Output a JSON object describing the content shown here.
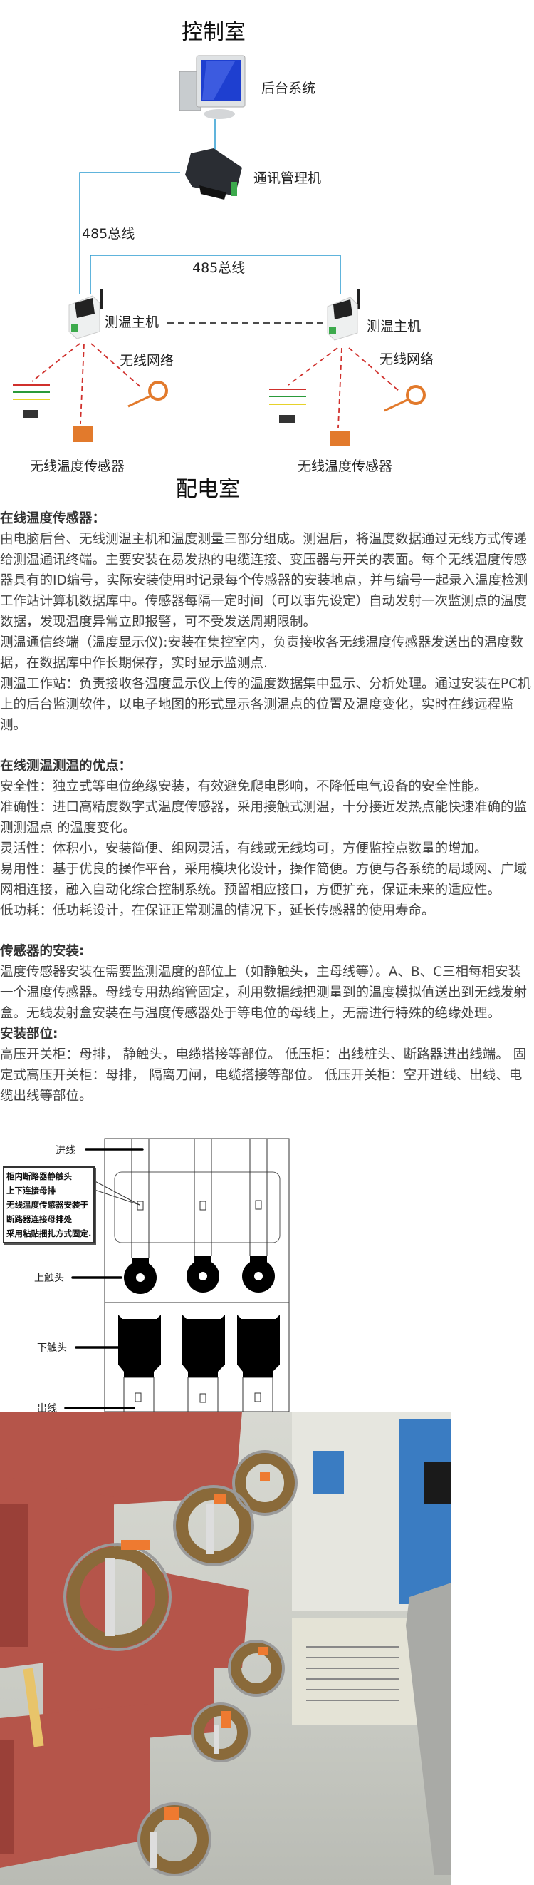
{
  "diagram": {
    "control_room": "控制室",
    "backend_system": "后台系统",
    "comm_manager": "通讯管理机",
    "bus_label_1": "485总线",
    "bus_label_2": "485总线",
    "host_left": "测温主机",
    "host_right": "测温主机",
    "wireless_left": "无线网络",
    "wireless_right": "无线网络",
    "sensor_left": "无线温度传感器",
    "sensor_right": "无线温度传感器",
    "distribution_room": "配电室",
    "colors": {
      "bus_line": "#2b9bd0",
      "wireless_dash": "#d0302c",
      "sensor_orange": "#e27a2c"
    }
  },
  "sections": {
    "intro": {
      "heading": "在线温度传感器：",
      "paragraphs": [
        "由电脑后台、无线测温主机和温度测量三部分组成。测温后，将温度数据通过无线方式传递给测温通讯终端。主要安装在易发热的电缆连接、变压器与开关的表面。每个无线温度传感器具有的ID编号，实际安装使用时记录每个传感器的安装地点，并与编号一起录入温度检测工作站计算机数据库中。传感器每隔一定时间（可以事先设定）自动发射一次监测点的温度数据，发现温度异常立即报警，可不受发送周期限制。",
        "测温通信终端（温度显示仪):安装在集控室内，负责接收各无线温度传感器发送出的温度数据，在数据库中作长期保存，实时显示监测点.",
        "测温工作站：负责接收各温度显示仪上传的温度数据集中显示、分析处理。通过安装在PC机上的后台监测软件，以电子地图的形式显示各测温点的位置及温度变化，实时在线远程监测。"
      ]
    },
    "advantages": {
      "heading": "在线测温测温的优点：",
      "items": [
        "安全性：独立式等电位绝缘安装，有效避免爬电影响，不降低电气设备的安全性能。",
        "准确性：进口高精度数字式温度传感器，采用接触式测温，十分接近发热点能快速准确的监测测温点 的温度变化。",
        "灵活性：体积小，安装简便、组网灵活，有线或无线均可，方便监控点数量的增加。",
        "易用性：基于优良的操作平台，采用模块化设计，操作简便。方便与各系统的局域网、广域网相连接，融入自动化综合控制系统。预留相应接口，方便扩充，保证未来的适应性。",
        "低功耗：低功耗设计，在保证正常测温的情况下，延长传感器的使用寿命。"
      ]
    },
    "installation": {
      "heading": "传感器的安装:",
      "paragraph": "温度传感器安装在需要监测温度的部位上（如静触头，主母线等）。A、B、C三相每相安装一个温度传感器。母线专用热缩管固定，利用数据线把测量到的温度模拟值送出到无线发射盒。无线发射盒安装在与温度传感器处于等电位的母线上，无需进行特殊的绝缘处理。"
    },
    "locations": {
      "heading": "安装部位:",
      "paragraph": "高压开关柜：母排， 静触头，电缆搭接等部位。 低压柜：出线桩头、断路器进出线端。 固定式高压开关柜：母排， 隔离刀闸，电缆搭接等部位。 低压开关柜：空开进线、出线、电缆出线等部位。"
    }
  },
  "cabinet": {
    "incoming": "进线",
    "upper_contact": "上触头",
    "lower_contact": "下触头",
    "outgoing": "出线",
    "callout": [
      "柜内断路器静触头",
      "上下连接母排",
      "无线温度传感器安装于",
      "断路器连接母排处",
      "采用粘贴捆扎方式固定."
    ]
  }
}
